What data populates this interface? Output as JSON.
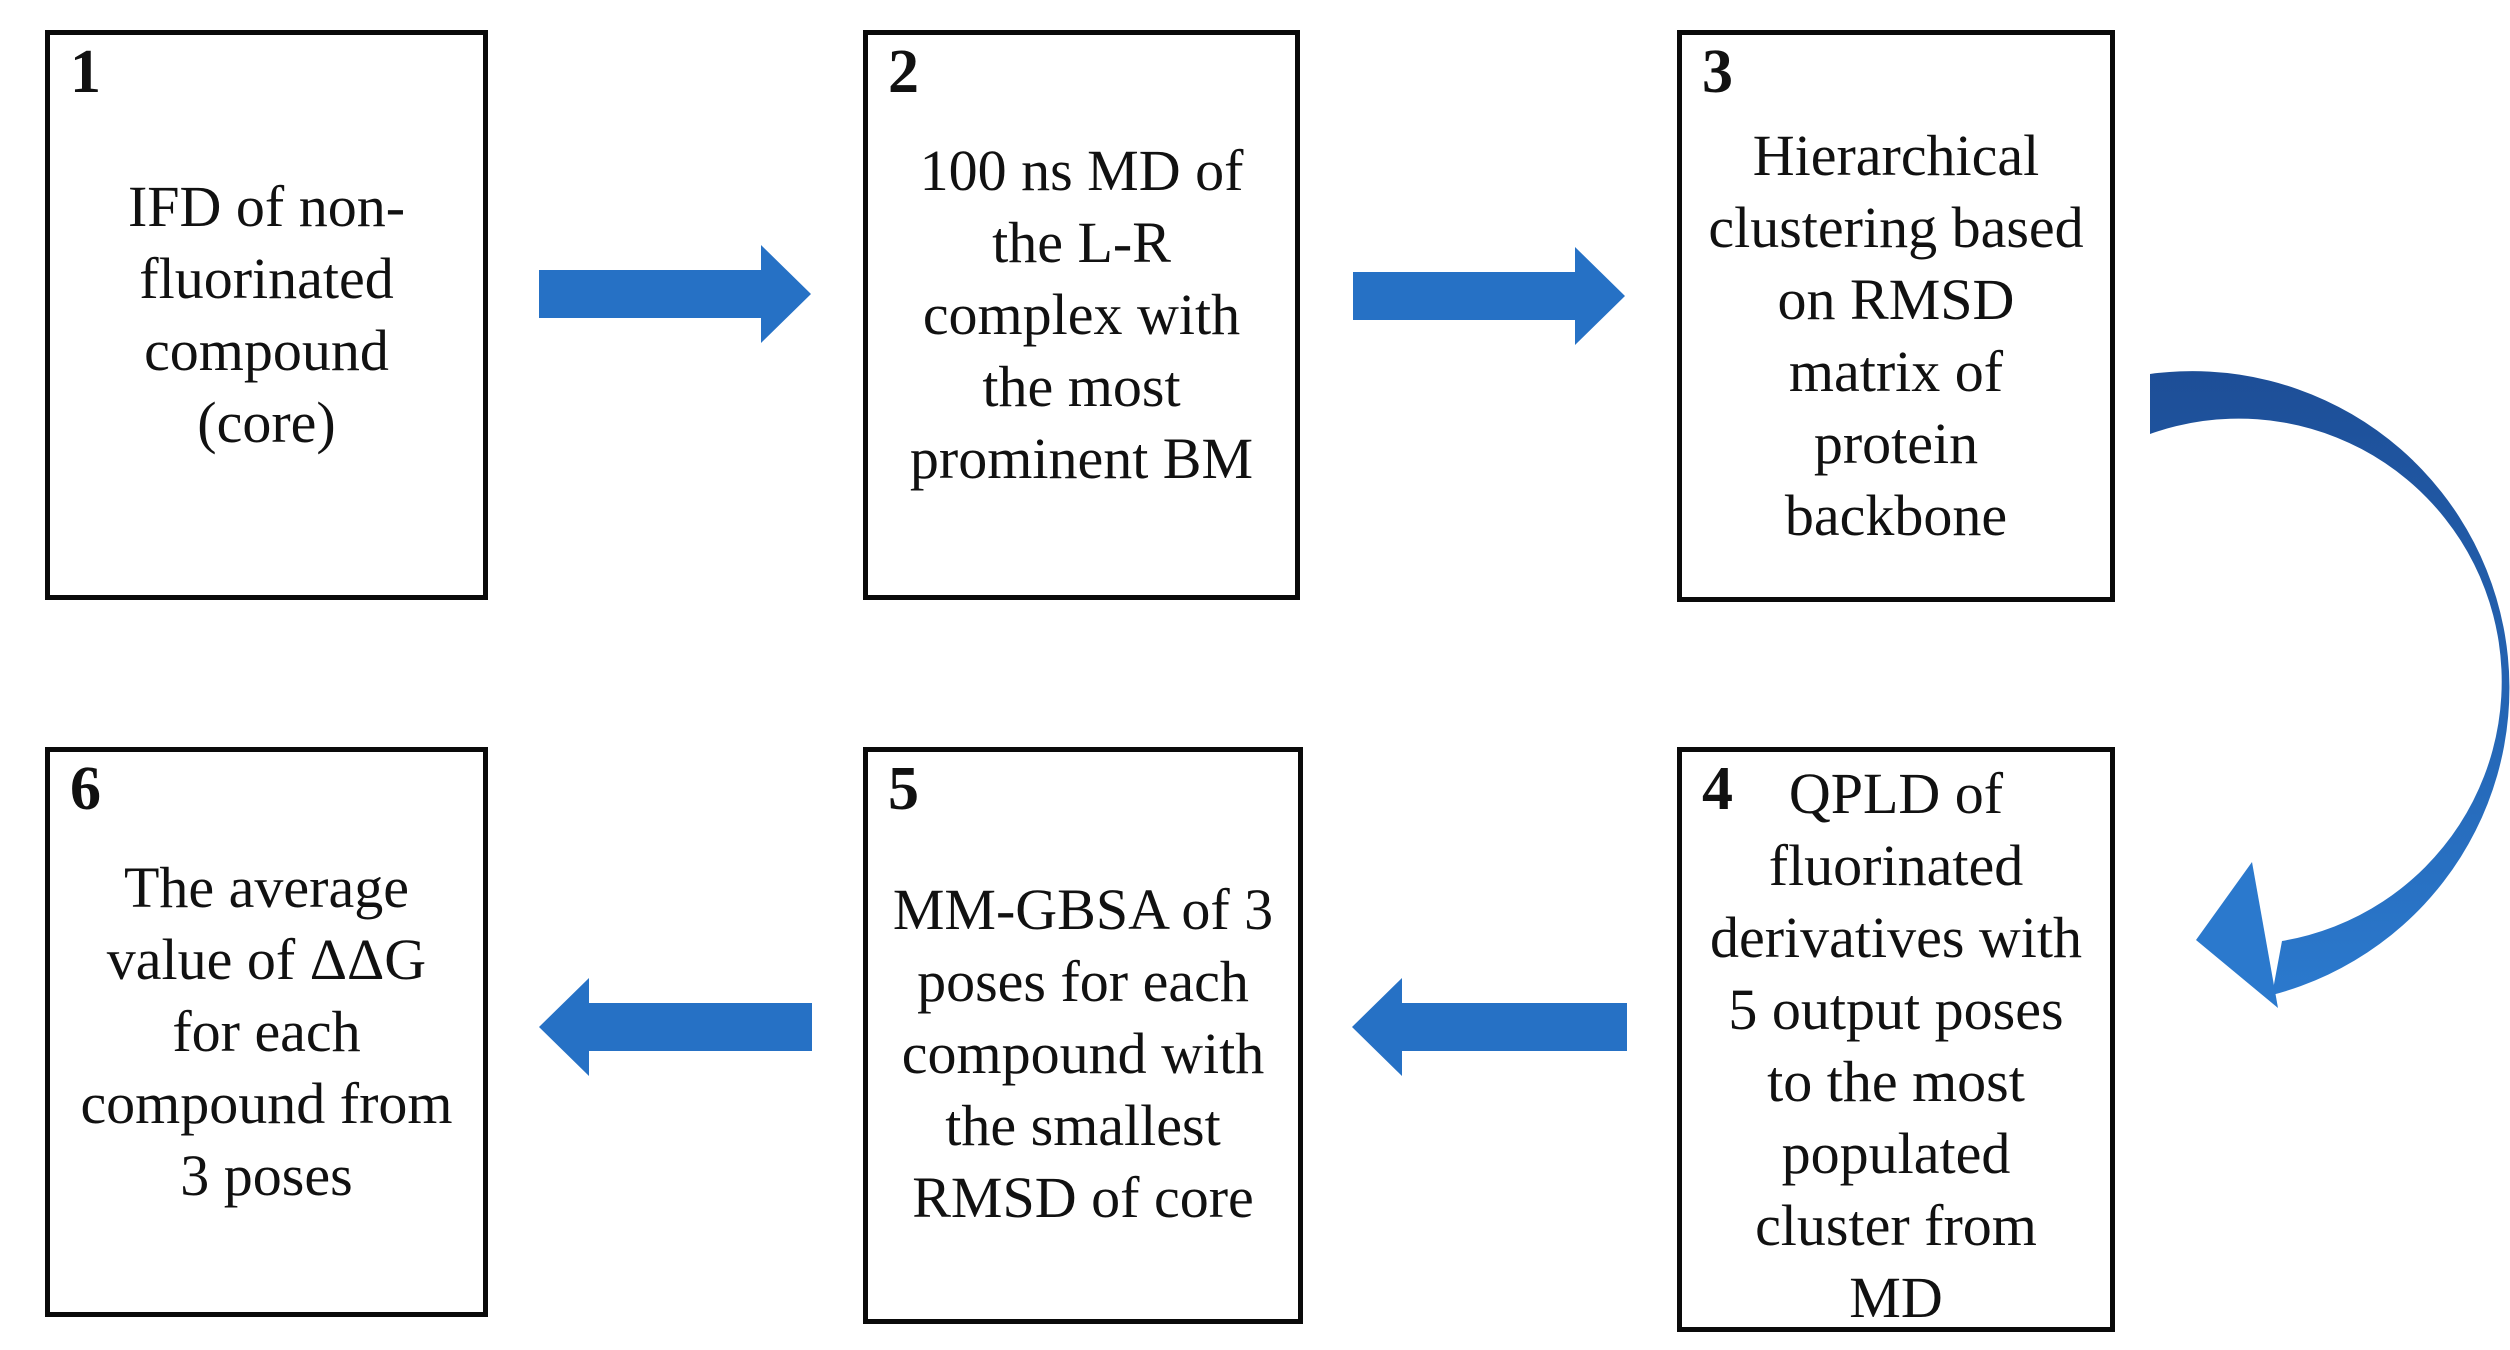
{
  "diagram": {
    "type": "flowchart",
    "description": "Six-step computational workflow flowchart",
    "colors": {
      "background": "#ffffff",
      "box_border": "#0a0a0a",
      "text": "#111111",
      "arrow_blue": "#2671c5",
      "curved_arrow_top": "#1d4e97",
      "curved_arrow_bottom": "#2b79cd"
    },
    "boxes": [
      {
        "number": "1",
        "text": "IFD of non-\nfluorinated\ncompound\n(core)"
      },
      {
        "number": "2",
        "text": "100 ns MD of\nthe L-R\ncomplex with\nthe most\nprominent BM"
      },
      {
        "number": "3",
        "text": "Hierarchical\nclustering based\non RMSD\nmatrix of\nprotein\nbackbone"
      },
      {
        "number": "4",
        "text": "QPLD of\nfluorinated\nderivatives with\n5 output poses\nto the most\npopulated\ncluster from\nMD"
      },
      {
        "number": "5",
        "text": "MM-GBSA of 3\nposes for each\ncompound with\nthe smallest\nRMSD of core"
      },
      {
        "number": "6",
        "text": "The average\nvalue of ΔΔG\nfor each\ncompound from\n3 poses"
      }
    ],
    "arrows": [
      {
        "from": "1",
        "to": "2",
        "direction": "right"
      },
      {
        "from": "2",
        "to": "3",
        "direction": "right"
      },
      {
        "from": "3",
        "to": "4",
        "direction": "curved-right-down-left"
      },
      {
        "from": "4",
        "to": "5",
        "direction": "left"
      },
      {
        "from": "5",
        "to": "6",
        "direction": "left"
      }
    ]
  }
}
